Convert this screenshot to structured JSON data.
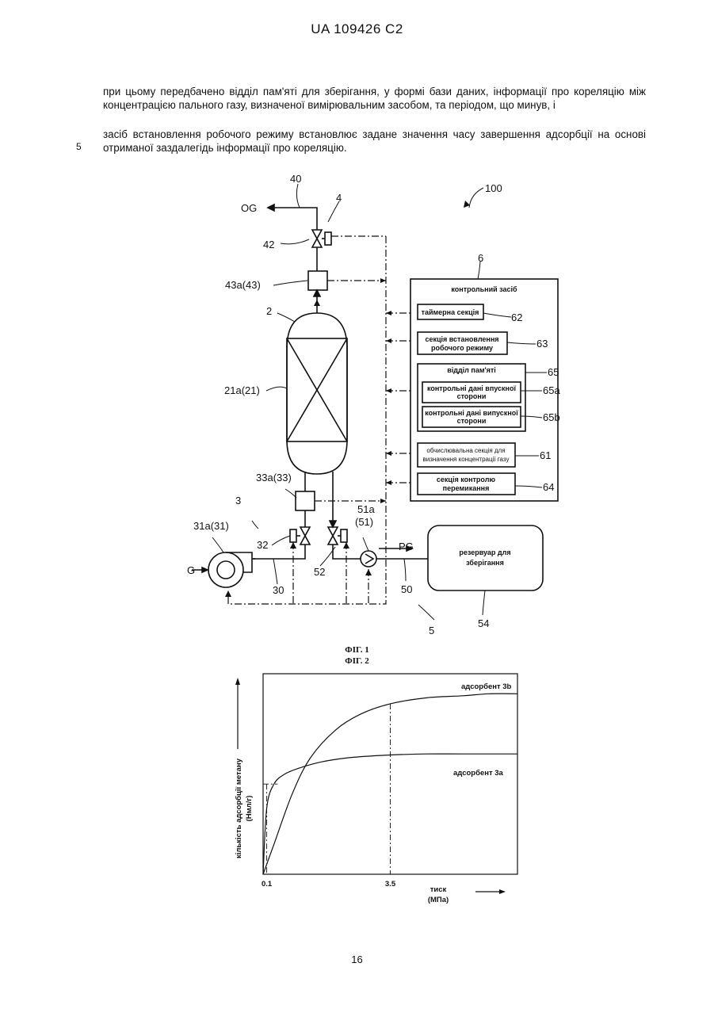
{
  "header": {
    "doc_id": "UA   109426   C2"
  },
  "text": {
    "para1": "при цьому передбачено відділ пам'яті для зберігання, у формі бази даних, інформації про кореляцію між концентрацією пального газу, визначеної вимірювальним засобом, та періодом, що минув, і",
    "para2": "засіб встановлення робочого режиму встановлює задане значення часу завершення адсорбції на основі отриманої заздалегідь інформації про кореляцію.",
    "line_number": "5"
  },
  "figure1": {
    "caption": "ФІГ. 1",
    "ref_100": "100",
    "ref_40": "40",
    "ref_4": "4",
    "og": "OG",
    "ref_42": "42",
    "ref_43": "43a(43)",
    "ref_2": "2",
    "ref_21": "21a(21)",
    "ref_33": "33a(33)",
    "ref_3": "3",
    "ref_31": "31a(31)",
    "ref_32": "32",
    "g": "G",
    "ref_30": "30",
    "ref_52": "52",
    "ref_51a": "51a",
    "ref_51": "(51)",
    "pg": "PG",
    "ref_50": "50",
    "ref_5": "5",
    "ref_54": "54",
    "tank_label_1": "резервуар для",
    "tank_label_2": "зберігання",
    "ref_6": "6",
    "control_title": "контрольний засіб",
    "sec62": "таймерна секція",
    "ref_62": "62",
    "sec63_1": "секція встановлення",
    "sec63_2": "робочого режиму",
    "ref_63": "63",
    "sec65": "відділ пам'яті",
    "ref_65": "65",
    "sec65a_1": "контрольні дані впускної",
    "sec65a_2": "сторони",
    "ref_65a": "65a",
    "sec65b_1": "контрольні дані випускної",
    "sec65b_2": "сторони",
    "ref_65b": "65b",
    "sec61_1": "обчислювальна секція для",
    "sec61_2": "визначення концентрації газу",
    "ref_61": "61",
    "sec64_1": "секція контролю",
    "sec64_2": "перемикання",
    "ref_64": "64"
  },
  "figure2": {
    "caption": "ФІГ. 2"
  },
  "chart_data": {
    "type": "line",
    "title": "",
    "xlabel_1": "тиск",
    "xlabel_2": "(МПа)",
    "ylabel_1": "кількість адсорбції метану",
    "ylabel_2": "(Нмл/г)",
    "x_ticks": [
      {
        "value": 0.1,
        "label": "0.1"
      },
      {
        "value": 3.5,
        "label": "3.5"
      }
    ],
    "xlim": [
      0,
      7
    ],
    "ylim": [
      0,
      100
    ],
    "series": [
      {
        "name": "адсорбент 3b",
        "x": [
          0,
          0.3,
          0.8,
          1.3,
          2.0,
          2.7,
          3.5,
          4.5,
          5.5,
          6.2,
          7.0
        ],
        "y": [
          0,
          15,
          40,
          58,
          72,
          80,
          85,
          88,
          89,
          90,
          90
        ]
      },
      {
        "name": "адсорбент 3a",
        "x": [
          0,
          0.1,
          0.3,
          0.6,
          1.0,
          1.6,
          2.3,
          3.0,
          3.5,
          4.5,
          5.5,
          7.0
        ],
        "y": [
          0,
          33,
          45,
          50,
          53,
          56,
          58,
          59,
          59.5,
          60,
          60,
          60
        ]
      }
    ]
  }
}
